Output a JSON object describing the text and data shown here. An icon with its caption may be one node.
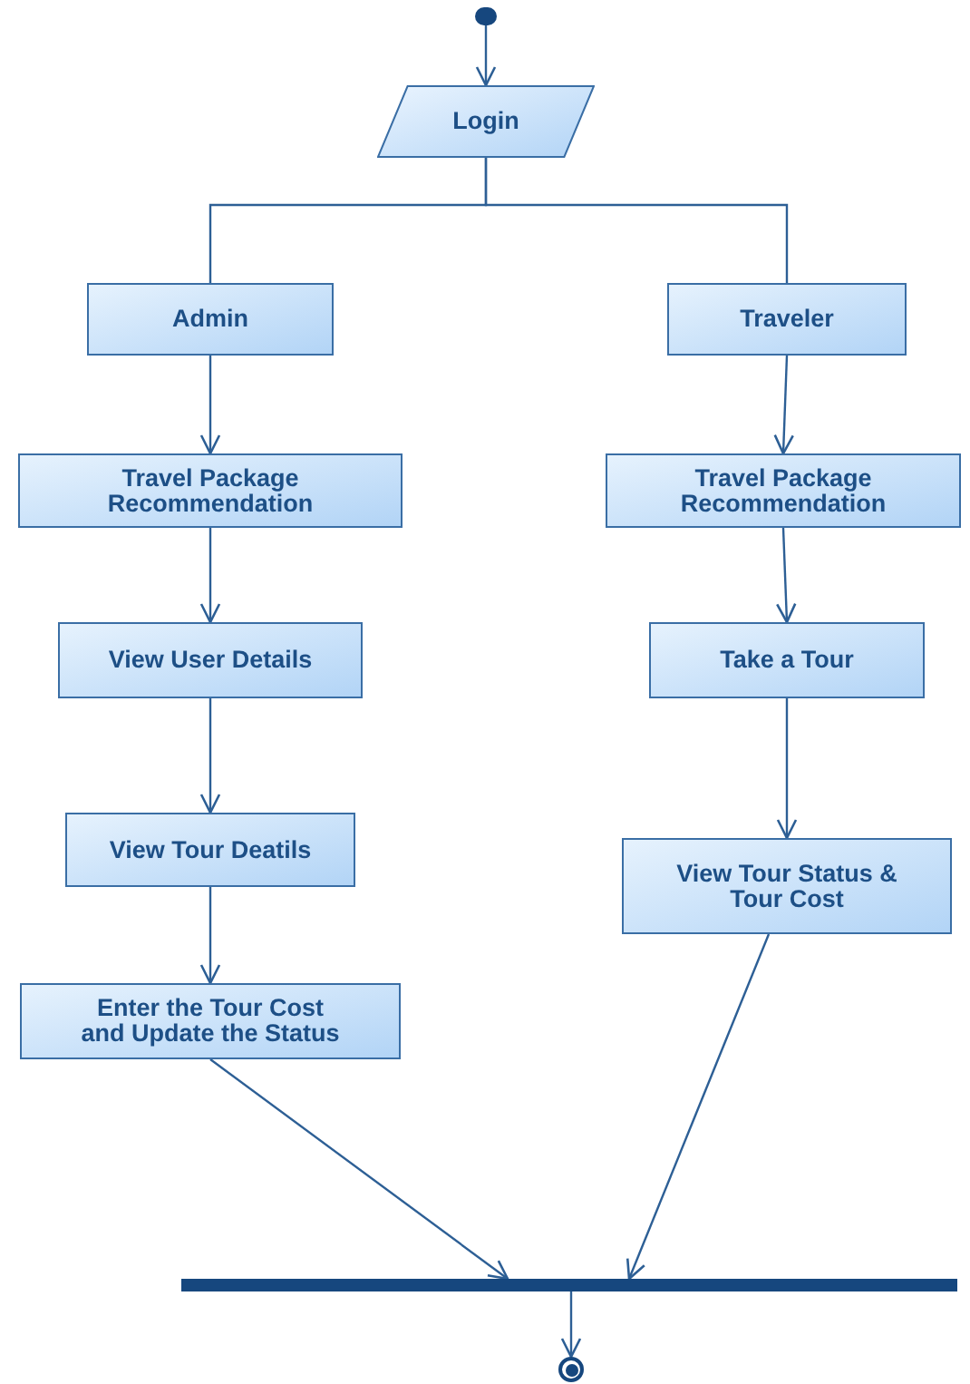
{
  "diagram": {
    "nodes": [
      {
        "text": [],
        "shape": "circle"
      },
      {
        "text": [
          "Login"
        ]
      },
      {
        "text": [
          "Admin"
        ]
      },
      {
        "text": [
          "Traveler"
        ]
      },
      {
        "text": [
          "Travel Package Recommendation"
        ]
      },
      {
        "text": [
          "Travel Package Recommendation"
        ]
      },
      {
        "text": [
          "View User Details"
        ]
      },
      {
        "text": [
          "Take a Tour"
        ]
      },
      {
        "text": [
          "View Tour Deatils"
        ]
      },
      {
        "text": [
          "View Tour Status & Tour Cost"
        ]
      },
      {
        "text": [
          "Enter the Tour Cost and Update the Status"
        ]
      },
      {
        "text": [],
        "shape": "bar"
      },
      {
        "text": [],
        "shape": "circle"
      }
    ],
    "edges": [
      {
        "from": 0,
        "to": 1,
        "arrow": "to"
      },
      {
        "from": 1,
        "to": 2,
        "arrow": "none"
      },
      {
        "from": 1,
        "to": 3,
        "arrow": "none"
      },
      {
        "from": 2,
        "to": 4,
        "arrow": "to"
      },
      {
        "from": 3,
        "to": 5,
        "arrow": "to"
      },
      {
        "from": 4,
        "to": 6,
        "arrow": "to"
      },
      {
        "from": 5,
        "to": 7,
        "arrow": "to"
      },
      {
        "from": 6,
        "to": 8,
        "arrow": "to"
      },
      {
        "from": 7,
        "to": 9,
        "arrow": "to"
      },
      {
        "from": 8,
        "to": 10,
        "arrow": "to"
      },
      {
        "from": 10,
        "to": 11,
        "arrow": "to"
      },
      {
        "from": 9,
        "to": 11,
        "arrow": "to"
      },
      {
        "from": 11,
        "to": 12,
        "arrow": "to"
      }
    ]
  }
}
